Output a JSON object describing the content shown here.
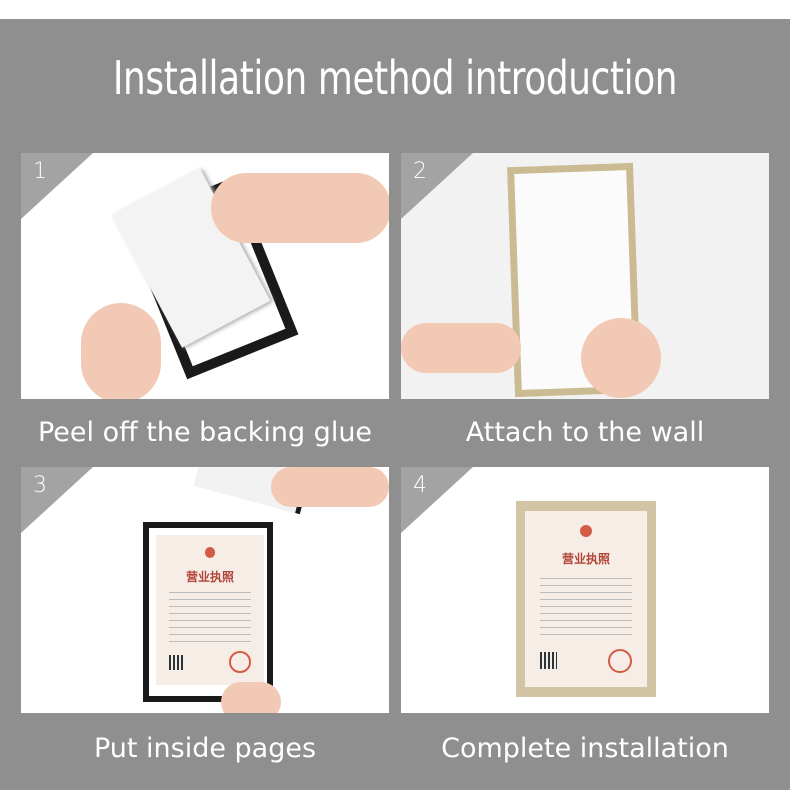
{
  "title": "Installation method introduction",
  "steps": [
    {
      "number": "1",
      "label": "Peel off the backing glue"
    },
    {
      "number": "2",
      "label": "Attach to the wall"
    },
    {
      "number": "3",
      "label": "Put inside pages"
    },
    {
      "number": "4",
      "label": "Complete installation"
    }
  ],
  "certificate_title": "营业执照",
  "colors": {
    "background": "#8f8f8f",
    "gold_frame": "#d2c5a6",
    "black_frame": "#1a1a1a"
  }
}
